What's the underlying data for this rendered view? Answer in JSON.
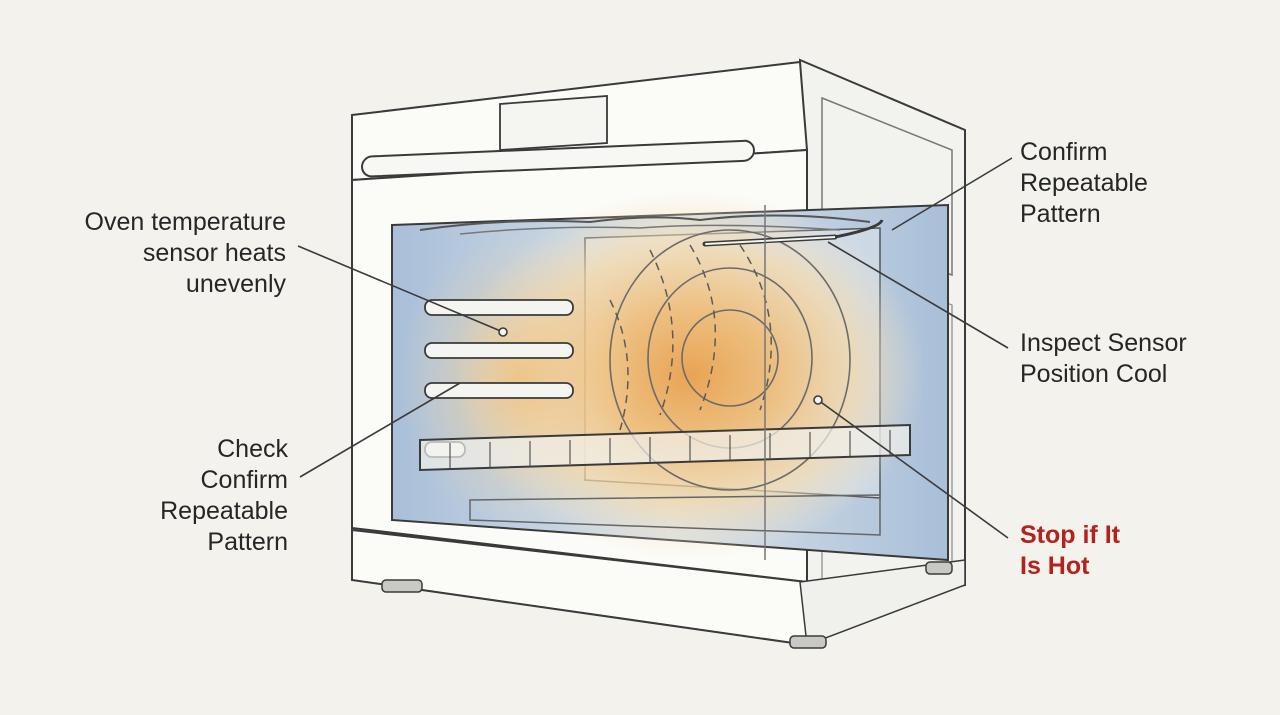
{
  "labels": {
    "uneven_heating": "Oven temperature\nsensor heats\nunevenly",
    "check_pattern": "Check\nConfirm\nRepeatable\nPattern",
    "confirm_pattern": "Confirm\nRepeatable\nPattern",
    "inspect_sensor": "Inspect Sensor\nPosition Cool",
    "stop_hot": "Stop if It\nIs Hot"
  },
  "colors": {
    "background": "#f3f2ec",
    "line": "#3a3a3a",
    "warning_text": "#b3221c",
    "heat_core": "#eaa24e",
    "heat_outer": "#f6dfb3",
    "cool_zone": "#b4c8de",
    "oven_body": "#fbfbf8"
  }
}
